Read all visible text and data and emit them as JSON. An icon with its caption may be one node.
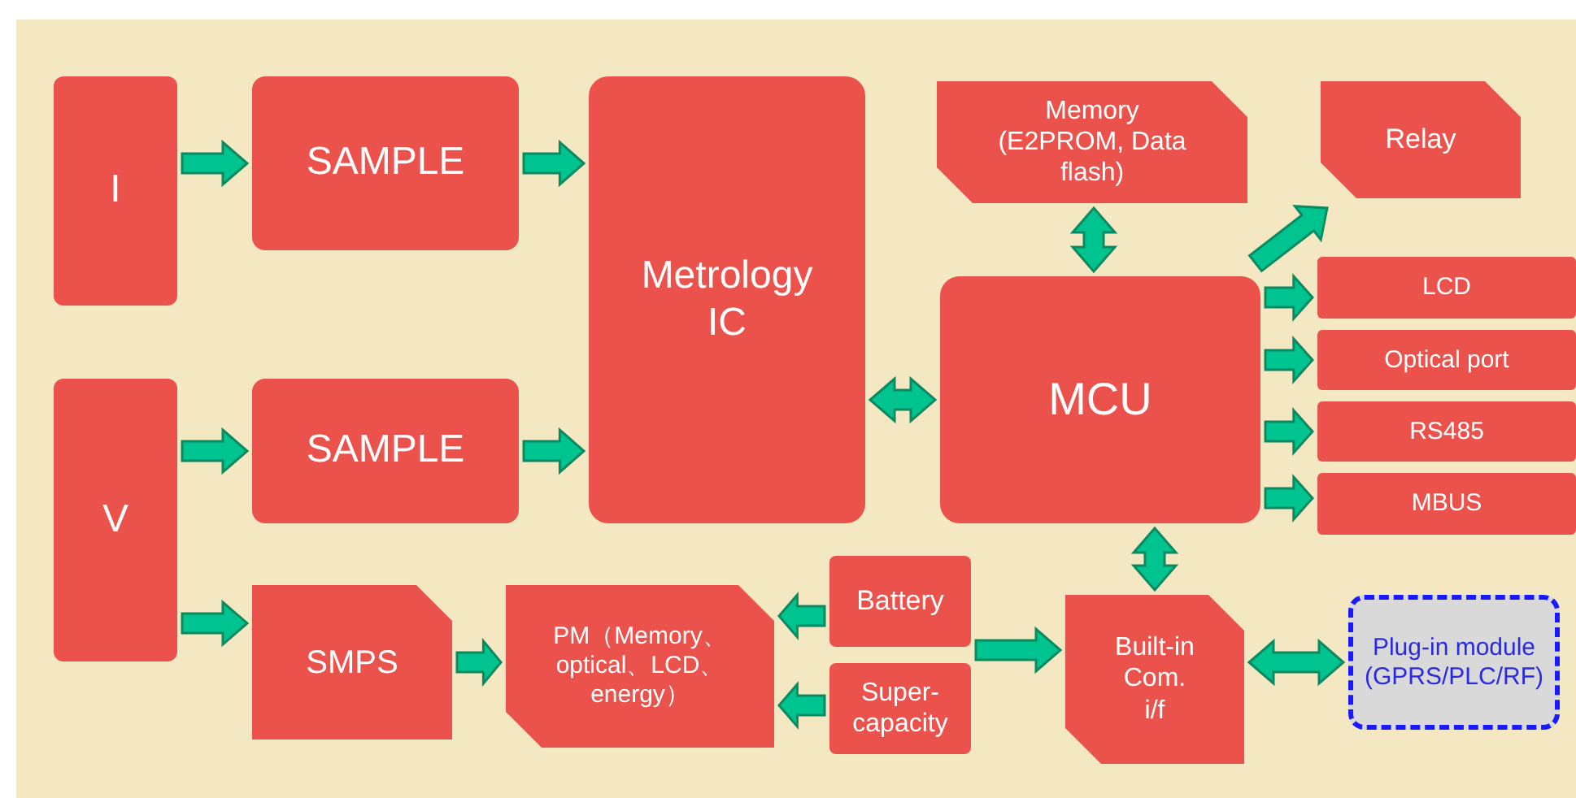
{
  "diagram": {
    "nodes": [
      {
        "text": [
          "I"
        ]
      },
      {
        "text": [
          "SAMPLE"
        ]
      },
      {
        "text": [
          "V"
        ]
      },
      {
        "text": [
          "SAMPLE"
        ]
      },
      {
        "text": [
          "Metrology IC"
        ]
      },
      {
        "text": [
          "Memory (E2PROM, Data flash)"
        ]
      },
      {
        "text": [
          "Relay"
        ]
      },
      {
        "text": [
          "MCU"
        ]
      },
      {
        "text": [
          "LCD"
        ]
      },
      {
        "text": [
          "Optical port"
        ]
      },
      {
        "text": [
          "RS485"
        ]
      },
      {
        "text": [
          "MBUS"
        ]
      },
      {
        "text": [
          "SMPS"
        ]
      },
      {
        "text": [
          "PM（Memory、optical、LCD、energy）"
        ]
      },
      {
        "text": [
          "Battery"
        ]
      },
      {
        "text": [
          "Super-capacity"
        ]
      },
      {
        "text": [
          "Built-in Com. i/f"
        ]
      },
      {
        "text": [
          "Plug-in module (GPRS/PLC/RF)"
        ]
      }
    ],
    "edges": [
      {
        "from": 0,
        "to": 1,
        "arrow": "to"
      },
      {
        "from": 1,
        "to": 4,
        "arrow": "to"
      },
      {
        "from": 2,
        "to": 3,
        "arrow": "to"
      },
      {
        "from": 3,
        "to": 4,
        "arrow": "to"
      },
      {
        "from": 4,
        "to": 7,
        "arrow": "both"
      },
      {
        "from": 5,
        "to": 7,
        "arrow": "both"
      },
      {
        "from": 7,
        "to": 6,
        "arrow": "to"
      },
      {
        "from": 7,
        "to": 8,
        "arrow": "to"
      },
      {
        "from": 7,
        "to": 9,
        "arrow": "to"
      },
      {
        "from": 7,
        "to": 10,
        "arrow": "to"
      },
      {
        "from": 7,
        "to": 11,
        "arrow": "to"
      },
      {
        "from": 2,
        "to": 12,
        "arrow": "to"
      },
      {
        "from": 12,
        "to": 13,
        "arrow": "to"
      },
      {
        "from": 14,
        "to": 13,
        "arrow": "to"
      },
      {
        "from": 15,
        "to": 13,
        "arrow": "to"
      },
      {
        "from": null,
        "to": 16,
        "arrow": "to"
      },
      {
        "from": 7,
        "to": 16,
        "arrow": "both"
      },
      {
        "from": 16,
        "to": 17,
        "arrow": "both"
      }
    ]
  }
}
